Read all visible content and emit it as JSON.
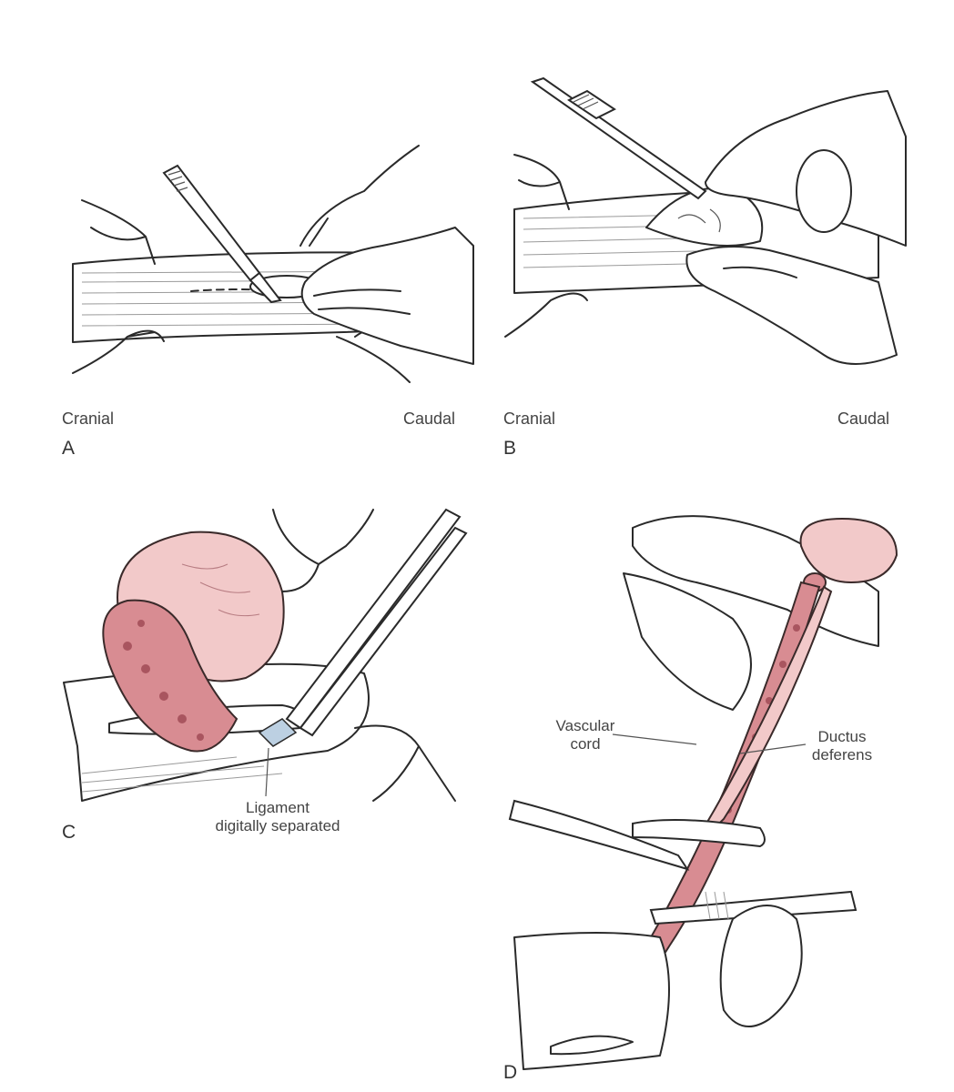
{
  "panels": {
    "a": {
      "letter": "A",
      "left_label": "Cranial",
      "right_label": "Caudal"
    },
    "b": {
      "letter": "B",
      "left_label": "Cranial",
      "right_label": "Caudal"
    },
    "c": {
      "letter": "C",
      "callout_line1": "Ligament",
      "callout_line2": "digitally separated"
    },
    "d": {
      "letter": "D",
      "callout_left_line1": "Vascular",
      "callout_left_line2": "cord",
      "callout_right_line1": "Ductus",
      "callout_right_line2": "deferens"
    }
  },
  "colors": {
    "tissue_light": "#f2c9c9",
    "tissue_dark": "#d88c92",
    "ligament": "#bcd0e2"
  }
}
